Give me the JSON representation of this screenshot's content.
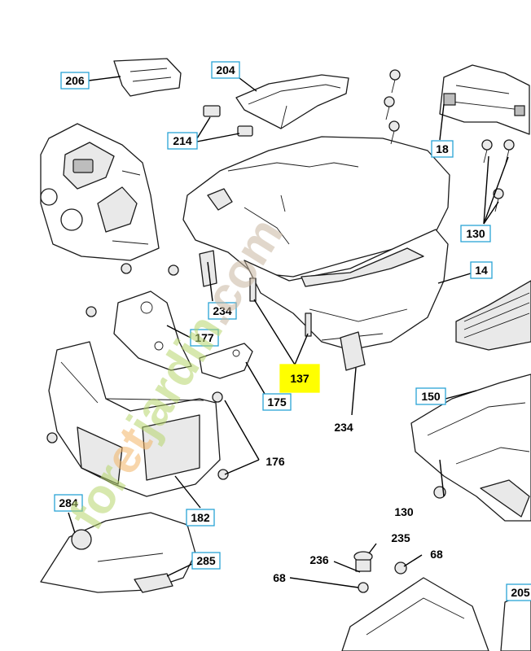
{
  "diagram": {
    "callouts": [
      {
        "id": "c206",
        "label": "206",
        "boxed": true
      },
      {
        "id": "c204",
        "label": "204",
        "boxed": true
      },
      {
        "id": "c214",
        "label": "214",
        "boxed": true
      },
      {
        "id": "c18",
        "label": "18",
        "boxed": true
      },
      {
        "id": "c130a",
        "label": "130",
        "boxed": true
      },
      {
        "id": "c14",
        "label": "14",
        "boxed": true
      },
      {
        "id": "c234a",
        "label": "234",
        "boxed": true
      },
      {
        "id": "c177",
        "label": "177",
        "boxed": true
      },
      {
        "id": "c137",
        "label": "137",
        "boxed": true,
        "highlighted": true
      },
      {
        "id": "c175",
        "label": "175",
        "boxed": true
      },
      {
        "id": "c234b",
        "label": "234",
        "boxed": false
      },
      {
        "id": "c150",
        "label": "150",
        "boxed": true
      },
      {
        "id": "c176",
        "label": "176",
        "boxed": false
      },
      {
        "id": "c130b",
        "label": "130",
        "boxed": false
      },
      {
        "id": "c284",
        "label": "284",
        "boxed": true
      },
      {
        "id": "c182",
        "label": "182",
        "boxed": true
      },
      {
        "id": "c235",
        "label": "235",
        "boxed": false
      },
      {
        "id": "c236",
        "label": "236",
        "boxed": false
      },
      {
        "id": "c68a",
        "label": "68",
        "boxed": false
      },
      {
        "id": "c285",
        "label": "285",
        "boxed": true
      },
      {
        "id": "c68b",
        "label": "68",
        "boxed": false
      },
      {
        "id": "c205",
        "label": "205",
        "boxed": true
      }
    ],
    "highlight_color": "#ffff00",
    "callout_border_color": "#29a3d6"
  },
  "watermark": {
    "parts": [
      {
        "text": "for",
        "color": "#b7d66b"
      },
      {
        "text": "et",
        "color": "#f2b466"
      },
      {
        "text": "jardin",
        "color": "#b7d66b"
      },
      {
        "text": ".com",
        "color": "#c8b7a0"
      }
    ]
  }
}
